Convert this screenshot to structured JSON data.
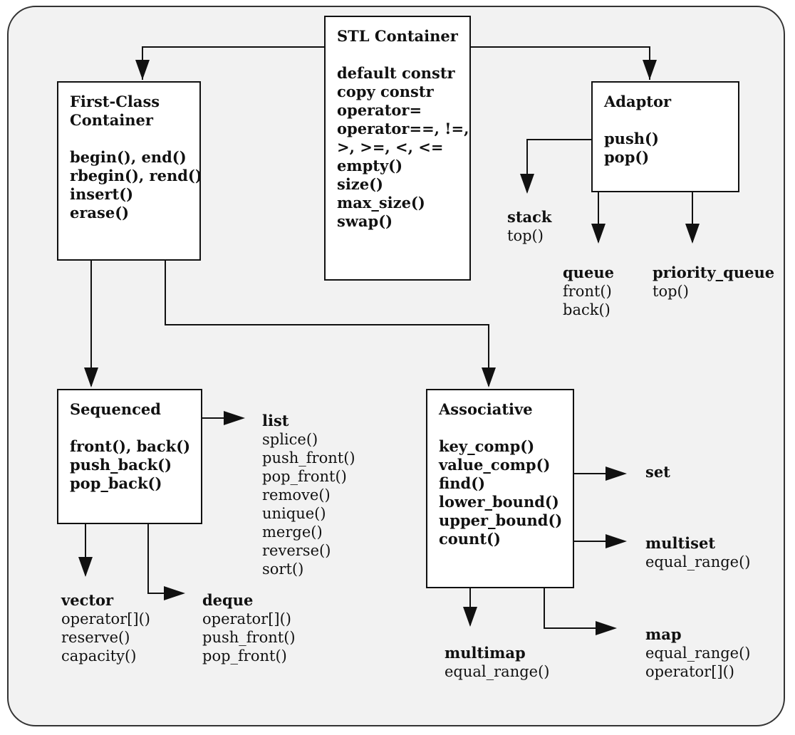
{
  "stl_container": {
    "title": "STL Container",
    "members": [
      "default constr",
      "copy constr",
      "operator=",
      "operator==, !=,",
      ">, >=, <, <=",
      "empty()",
      "size()",
      "max_size()",
      "swap()"
    ]
  },
  "first_class": {
    "title_lines": [
      "First-Class",
      "Container"
    ],
    "members": [
      "begin(), end()",
      "rbegin(), rend()",
      "insert()",
      "erase()"
    ]
  },
  "adaptor": {
    "title": "Adaptor",
    "members": [
      "push()",
      "pop()"
    ]
  },
  "sequenced": {
    "title": "Sequenced",
    "members": [
      "front(), back()",
      "push_back()",
      "pop_back()"
    ]
  },
  "associative": {
    "title": "Associative",
    "members": [
      "key_comp()",
      "value_comp()",
      "find()",
      "lower_bound()",
      "upper_bound()",
      "count()"
    ]
  },
  "leaves": {
    "stack": {
      "title": "stack",
      "members": [
        "top()"
      ]
    },
    "queue": {
      "title": "queue",
      "members": [
        "front()",
        "back()"
      ]
    },
    "priority_queue": {
      "title": "priority_queue",
      "members": [
        "top()"
      ]
    },
    "list": {
      "title": "list",
      "members": [
        "splice()",
        "push_front()",
        "pop_front()",
        "remove()",
        "unique()",
        "merge()",
        "reverse()",
        "sort()"
      ]
    },
    "vector": {
      "title": "vector",
      "members": [
        "operator[]()",
        "reserve()",
        "capacity()"
      ]
    },
    "deque": {
      "title": "deque",
      "members": [
        "operator[]()",
        "push_front()",
        "pop_front()"
      ]
    },
    "set": {
      "title": "set",
      "members": []
    },
    "multiset": {
      "title": "multiset",
      "members": [
        "equal_range()"
      ]
    },
    "map": {
      "title": "map",
      "members": [
        "equal_range()",
        "operator[]()"
      ]
    },
    "multimap": {
      "title": "multimap",
      "members": [
        "equal_range()"
      ]
    }
  }
}
